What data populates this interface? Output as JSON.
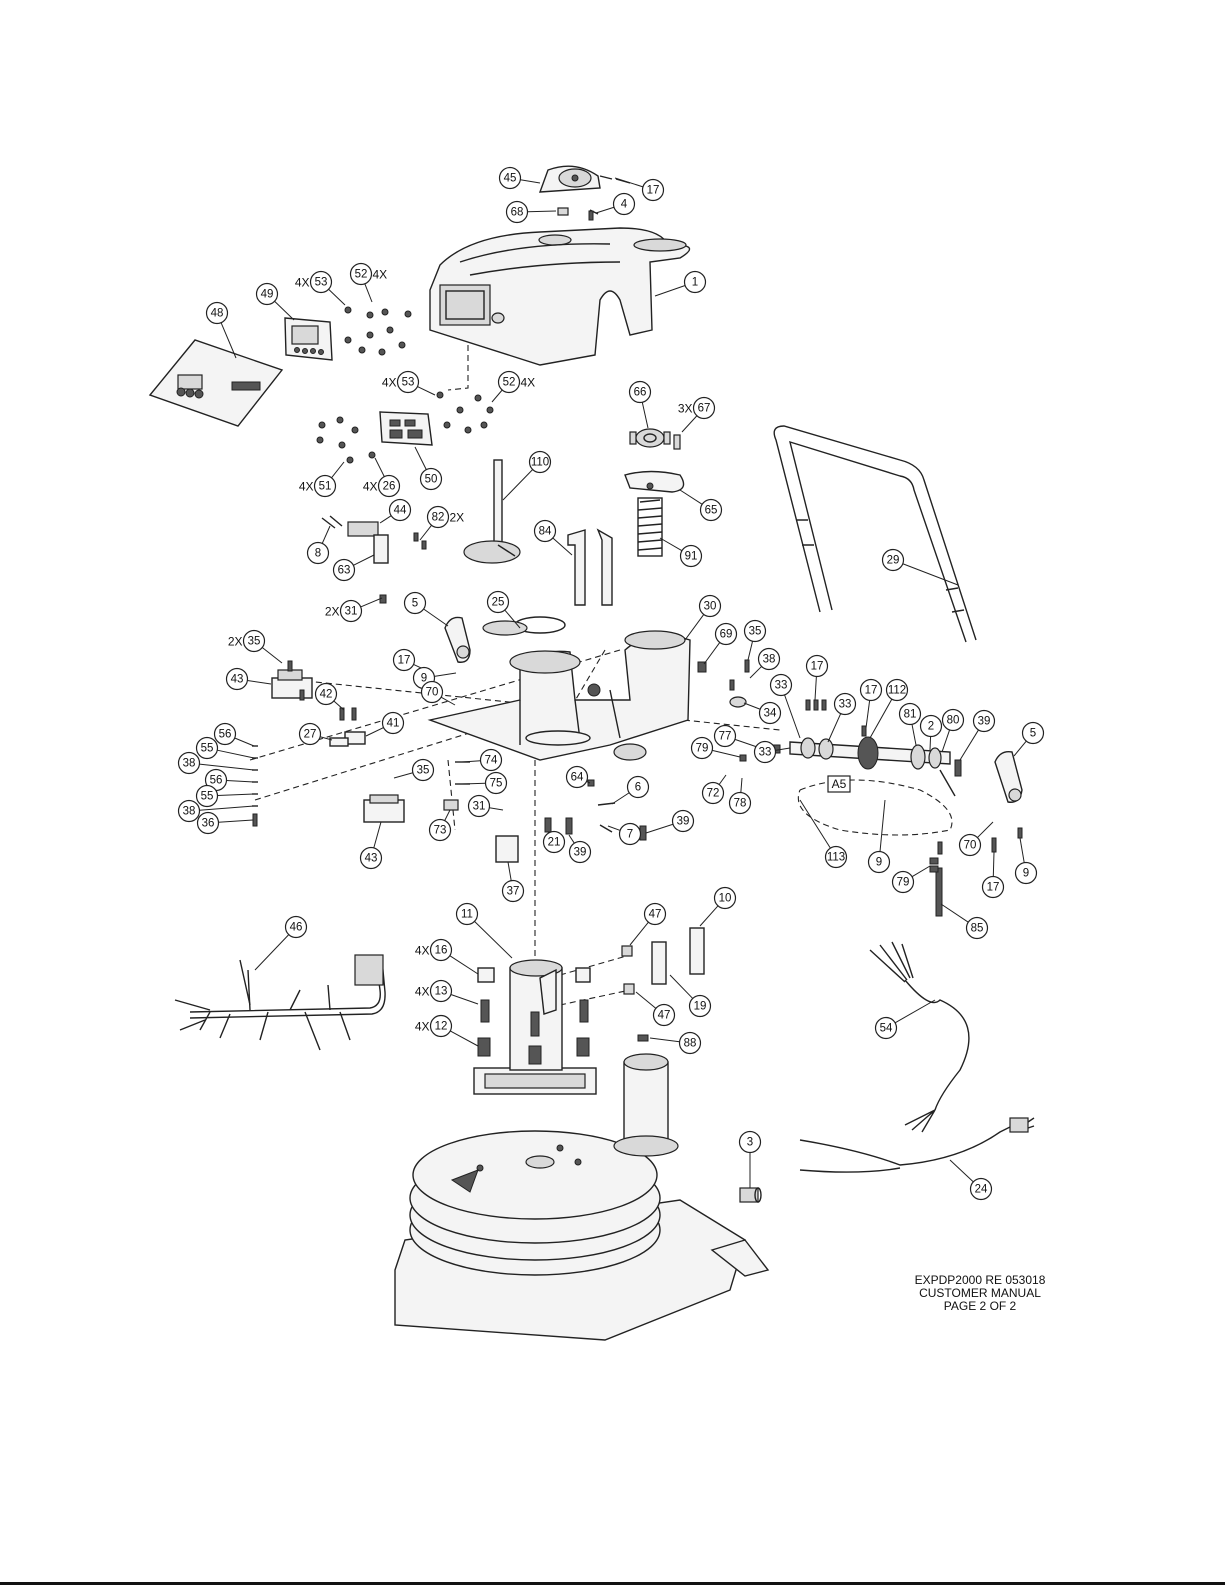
{
  "footer": {
    "line1": "EXPDP2000 RE 053018",
    "line2": "CUSTOMER MANUAL",
    "line3": "PAGE 2 OF 2"
  },
  "detail_reference": "A5",
  "balloons": [
    {
      "id": "b45",
      "label": "45"
    },
    {
      "id": "b17a",
      "label": "17"
    },
    {
      "id": "b68",
      "label": "68"
    },
    {
      "id": "b4",
      "label": "4"
    },
    {
      "id": "b1",
      "label": "1"
    },
    {
      "id": "b53a",
      "label": "53",
      "qty": "4X"
    },
    {
      "id": "b52a",
      "label": "52",
      "qty": "4X"
    },
    {
      "id": "b49",
      "label": "49"
    },
    {
      "id": "b48",
      "label": "48"
    },
    {
      "id": "b53b",
      "label": "53",
      "qty": "4X"
    },
    {
      "id": "b52b",
      "label": "52",
      "qty": "4X"
    },
    {
      "id": "b66",
      "label": "66"
    },
    {
      "id": "b67",
      "label": "67",
      "qty": "3X"
    },
    {
      "id": "b51",
      "label": "51",
      "qty": "4X"
    },
    {
      "id": "b26",
      "label": "26",
      "qty": "4X"
    },
    {
      "id": "b50",
      "label": "50"
    },
    {
      "id": "b110",
      "label": "110"
    },
    {
      "id": "b65",
      "label": "65"
    },
    {
      "id": "b44",
      "label": "44"
    },
    {
      "id": "b82",
      "label": "82",
      "qty": "2X"
    },
    {
      "id": "b8",
      "label": "8"
    },
    {
      "id": "b63",
      "label": "63"
    },
    {
      "id": "b84",
      "label": "84"
    },
    {
      "id": "b91",
      "label": "91"
    },
    {
      "id": "b29",
      "label": "29"
    },
    {
      "id": "b31a",
      "label": "31",
      "qty": "2X"
    },
    {
      "id": "b5a",
      "label": "5"
    },
    {
      "id": "b25",
      "label": "25"
    },
    {
      "id": "b30",
      "label": "30"
    },
    {
      "id": "b35a",
      "label": "35",
      "qty": "2X"
    },
    {
      "id": "b69",
      "label": "69"
    },
    {
      "id": "b35b",
      "label": "35"
    },
    {
      "id": "b17b",
      "label": "17"
    },
    {
      "id": "b9a",
      "label": "9"
    },
    {
      "id": "b38a",
      "label": "38"
    },
    {
      "id": "b43a",
      "label": "43"
    },
    {
      "id": "b42",
      "label": "42"
    },
    {
      "id": "b70a",
      "label": "70"
    },
    {
      "id": "b17c",
      "label": "17"
    },
    {
      "id": "b33a",
      "label": "33"
    },
    {
      "id": "b33b",
      "label": "33"
    },
    {
      "id": "b17d",
      "label": "17"
    },
    {
      "id": "b112",
      "label": "112"
    },
    {
      "id": "b34",
      "label": "34"
    },
    {
      "id": "b81",
      "label": "81"
    },
    {
      "id": "b2",
      "label": "2"
    },
    {
      "id": "b80",
      "label": "80"
    },
    {
      "id": "b39a",
      "label": "39"
    },
    {
      "id": "b5b",
      "label": "5"
    },
    {
      "id": "b41",
      "label": "41"
    },
    {
      "id": "b27",
      "label": "27"
    },
    {
      "id": "b56a",
      "label": "56"
    },
    {
      "id": "b55a",
      "label": "55"
    },
    {
      "id": "b38b",
      "label": "38"
    },
    {
      "id": "b56b",
      "label": "56"
    },
    {
      "id": "b55b",
      "label": "55"
    },
    {
      "id": "b38c",
      "label": "38"
    },
    {
      "id": "b36",
      "label": "36"
    },
    {
      "id": "b74",
      "label": "74"
    },
    {
      "id": "b77",
      "label": "77"
    },
    {
      "id": "b79a",
      "label": "79"
    },
    {
      "id": "b33c",
      "label": "33"
    },
    {
      "id": "b35c",
      "label": "35"
    },
    {
      "id": "b75",
      "label": "75"
    },
    {
      "id": "b64",
      "label": "64"
    },
    {
      "id": "b72",
      "label": "72"
    },
    {
      "id": "b78",
      "label": "78"
    },
    {
      "id": "b6",
      "label": "6"
    },
    {
      "id": "b31b",
      "label": "31"
    },
    {
      "id": "b73",
      "label": "73"
    },
    {
      "id": "b7",
      "label": "7"
    },
    {
      "id": "b39b",
      "label": "39"
    },
    {
      "id": "b21",
      "label": "21"
    },
    {
      "id": "b39c",
      "label": "39"
    },
    {
      "id": "b43b",
      "label": "43"
    },
    {
      "id": "b113",
      "label": "113"
    },
    {
      "id": "b9b",
      "label": "9"
    },
    {
      "id": "b70b",
      "label": "70"
    },
    {
      "id": "b9c",
      "label": "9"
    },
    {
      "id": "b79b",
      "label": "79"
    },
    {
      "id": "b17e",
      "label": "17"
    },
    {
      "id": "b37",
      "label": "37"
    },
    {
      "id": "b85",
      "label": "85"
    },
    {
      "id": "b10",
      "label": "10"
    },
    {
      "id": "b46",
      "label": "46"
    },
    {
      "id": "b11",
      "label": "11"
    },
    {
      "id": "b47a",
      "label": "47"
    },
    {
      "id": "b16",
      "label": "16",
      "qty": "4X"
    },
    {
      "id": "b19",
      "label": "19"
    },
    {
      "id": "b13",
      "label": "13",
      "qty": "4X"
    },
    {
      "id": "b47b",
      "label": "47"
    },
    {
      "id": "b12",
      "label": "12",
      "qty": "4X"
    },
    {
      "id": "b88",
      "label": "88"
    },
    {
      "id": "b54",
      "label": "54"
    },
    {
      "id": "b3",
      "label": "3"
    },
    {
      "id": "b24",
      "label": "24"
    }
  ]
}
